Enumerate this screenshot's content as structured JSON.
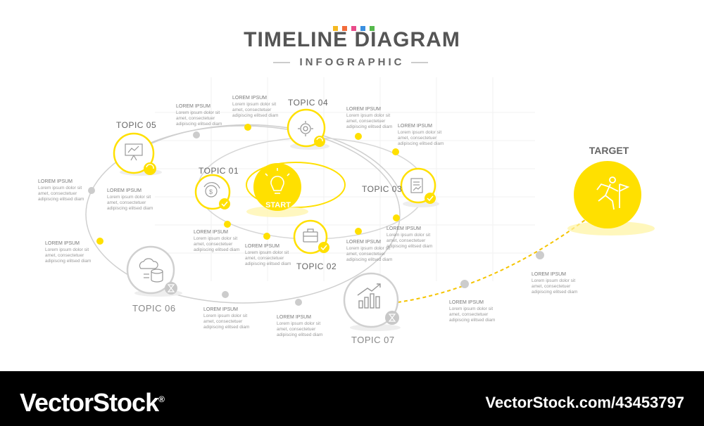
{
  "header": {
    "title": "TIMELINE DIAGRAM",
    "subtitle": "INFOGRAPHIC",
    "swatch_colors": [
      "#f5b921",
      "#f26b3a",
      "#e94b8a",
      "#3a8fe0",
      "#55b94c"
    ]
  },
  "center": {
    "label": "START",
    "icon": "lightbulb-icon"
  },
  "target": {
    "label": "TARGET",
    "icon": "runner-flag-icon"
  },
  "topics": [
    {
      "label": "TOPIC 01",
      "icon": "dollar-cycle-icon",
      "badge": "check-icon"
    },
    {
      "label": "TOPIC 02",
      "icon": "briefcase-icon",
      "badge": "check-icon"
    },
    {
      "label": "TOPIC 03",
      "icon": "report-document-icon",
      "badge": "check-icon"
    },
    {
      "label": "TOPIC 04",
      "icon": "gear-cogs-icon",
      "badge": "refresh-icon"
    },
    {
      "label": "TOPIC 05",
      "icon": "presentation-board-icon",
      "badge": "refresh-icon"
    },
    {
      "label": "TOPIC 06",
      "icon": "cloud-database-icon",
      "badge": "hourglass-icon"
    },
    {
      "label": "TOPIC 07",
      "icon": "growth-chart-icon",
      "badge": "hourglass-icon"
    }
  ],
  "notes": [
    {
      "title": "LOREM IPSUM",
      "body": "Lorem ipsum dolor sit amet, consectetuer adipiscing elitsed diam"
    },
    {
      "title": "LOREM IPSUM",
      "body": "Lorem ipsum dolor sit amet, consectetuer adipiscing elitsed diam"
    },
    {
      "title": "LOREM IPSUM",
      "body": "Lorem ipsum dolor sit amet, consectetuer adipiscing elitsed diam"
    },
    {
      "title": "LOREM IPSUM",
      "body": "Lorem ipsum dolor sit amet, consectetuer adipiscing elitsed diam"
    },
    {
      "title": "LOREM IPSUM",
      "body": "Lorem ipsum dolor sit amet, consectetuer adipiscing elitsed diam"
    },
    {
      "title": "LOREM IPSUM",
      "body": "Lorem ipsum dolor sit amet, consectetuer adipiscing elitsed diam"
    },
    {
      "title": "LOREM IPSUM",
      "body": "Lorem ipsum dolor sit amet, consectetuer adipiscing elitsed diam"
    },
    {
      "title": "LOREM IPSUM",
      "body": "Lorem ipsum dolor sit amet, consectetuer adipiscing elitsed diam"
    },
    {
      "title": "LOREM IPSUM",
      "body": "Lorem ipsum dolor sit amet, consectetuer adipiscing elitsed diam"
    },
    {
      "title": "LOREM IPSUM",
      "body": "Lorem ipsum dolor sit amet, consectetuer adipiscing elitsed diam"
    },
    {
      "title": "LOREM IPSUM",
      "body": "Lorem ipsum dolor sit amet, consectetuer adipiscing elitsed diam"
    },
    {
      "title": "LOREM IPSUM",
      "body": "Lorem ipsum dolor sit amet, consectetuer adipiscing elitsed diam"
    },
    {
      "title": "LOREM IPSUM",
      "body": "Lorem ipsum dolor sit amet, consectetuer adipiscing elitsed diam"
    },
    {
      "title": "LOREM IPSUM",
      "body": "Lorem ipsum dolor sit amet, consectetuer adipiscing elitsed diam"
    },
    {
      "title": "LOREM IPSUM",
      "body": "Lorem ipsum dolor sit amet, consectetuer adipiscing elitsed diam"
    }
  ],
  "colors": {
    "accent": "#ffe000",
    "grey": "#c8c8c8",
    "text": "#555555"
  },
  "footer": {
    "brand": "VectorStock",
    "registered": "®",
    "image_id": "VectorStock.com/43453797"
  }
}
